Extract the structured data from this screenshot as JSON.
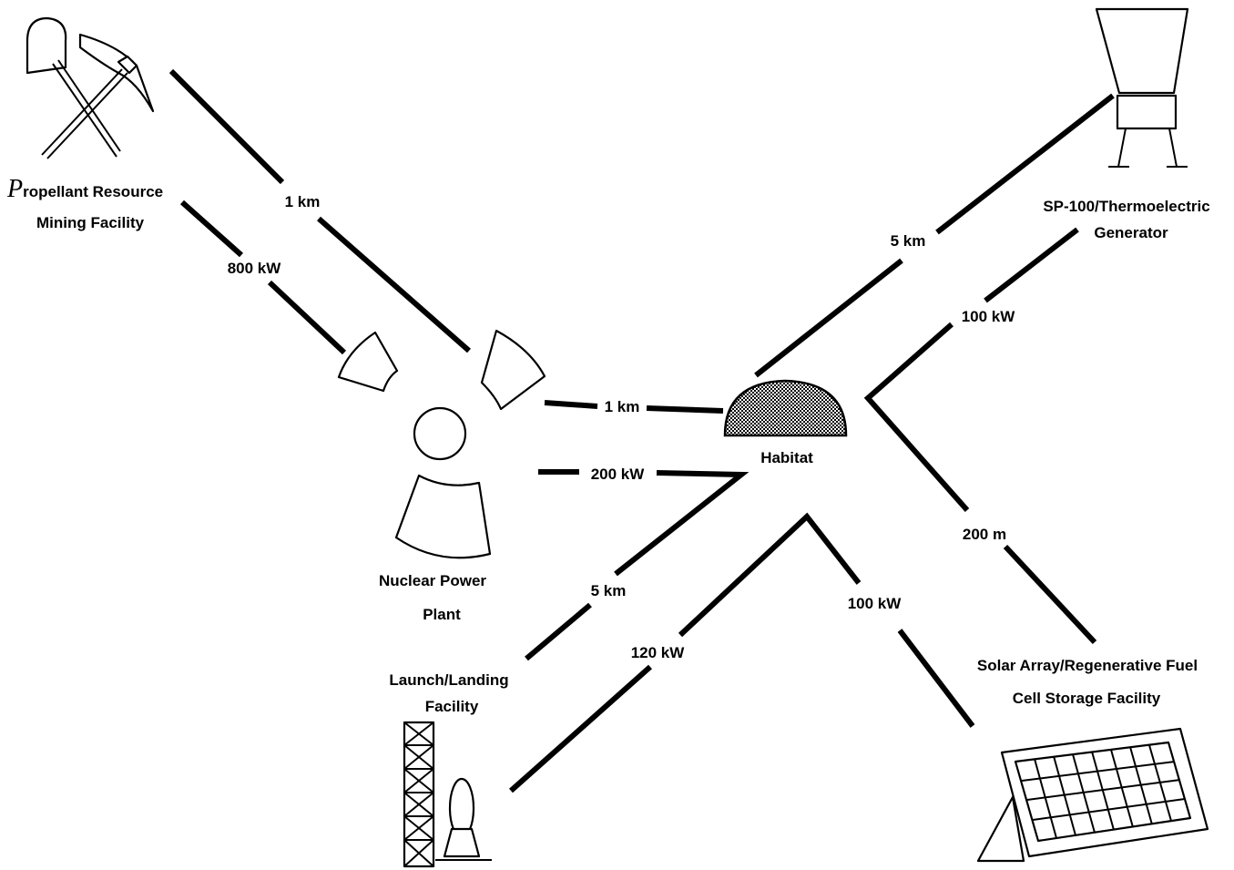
{
  "nodes": {
    "mining": {
      "line1_initial": "P",
      "line1_rest": "ropellant Resource",
      "line2": "Mining Facility"
    },
    "nuclear": {
      "line1": "Nuclear Power",
      "line2": "Plant"
    },
    "habitat": {
      "label": "Habitat"
    },
    "sp100": {
      "line1": "SP-100/Thermoelectric",
      "line2": "Generator"
    },
    "solar": {
      "line1": "Solar Array/Regenerative Fuel",
      "line2": "Cell Storage Facility"
    },
    "launch": {
      "line1": "Launch/Landing",
      "line2": "Facility"
    }
  },
  "links": {
    "mining_nuclear_distance": "1 km",
    "mining_nuclear_power": "800 kW",
    "nuclear_habitat_distance": "1 km",
    "nuclear_habitat_power": "200 kW",
    "habitat_sp100_distance": "5 km",
    "habitat_sp100_power": "100 kW",
    "habitat_solar_distance": "200 m",
    "habitat_solar_power": "100 kW",
    "habitat_launch_distance": "5 km",
    "habitat_launch_power": "120 kW"
  },
  "icons": {
    "mining": "shovel-pickaxe-icon",
    "nuclear": "radiation-trefoil-icon",
    "habitat": "dome-icon",
    "sp100": "reactor-radiator-icon",
    "solar": "solar-panel-icon",
    "launch": "launch-tower-rocket-icon"
  }
}
